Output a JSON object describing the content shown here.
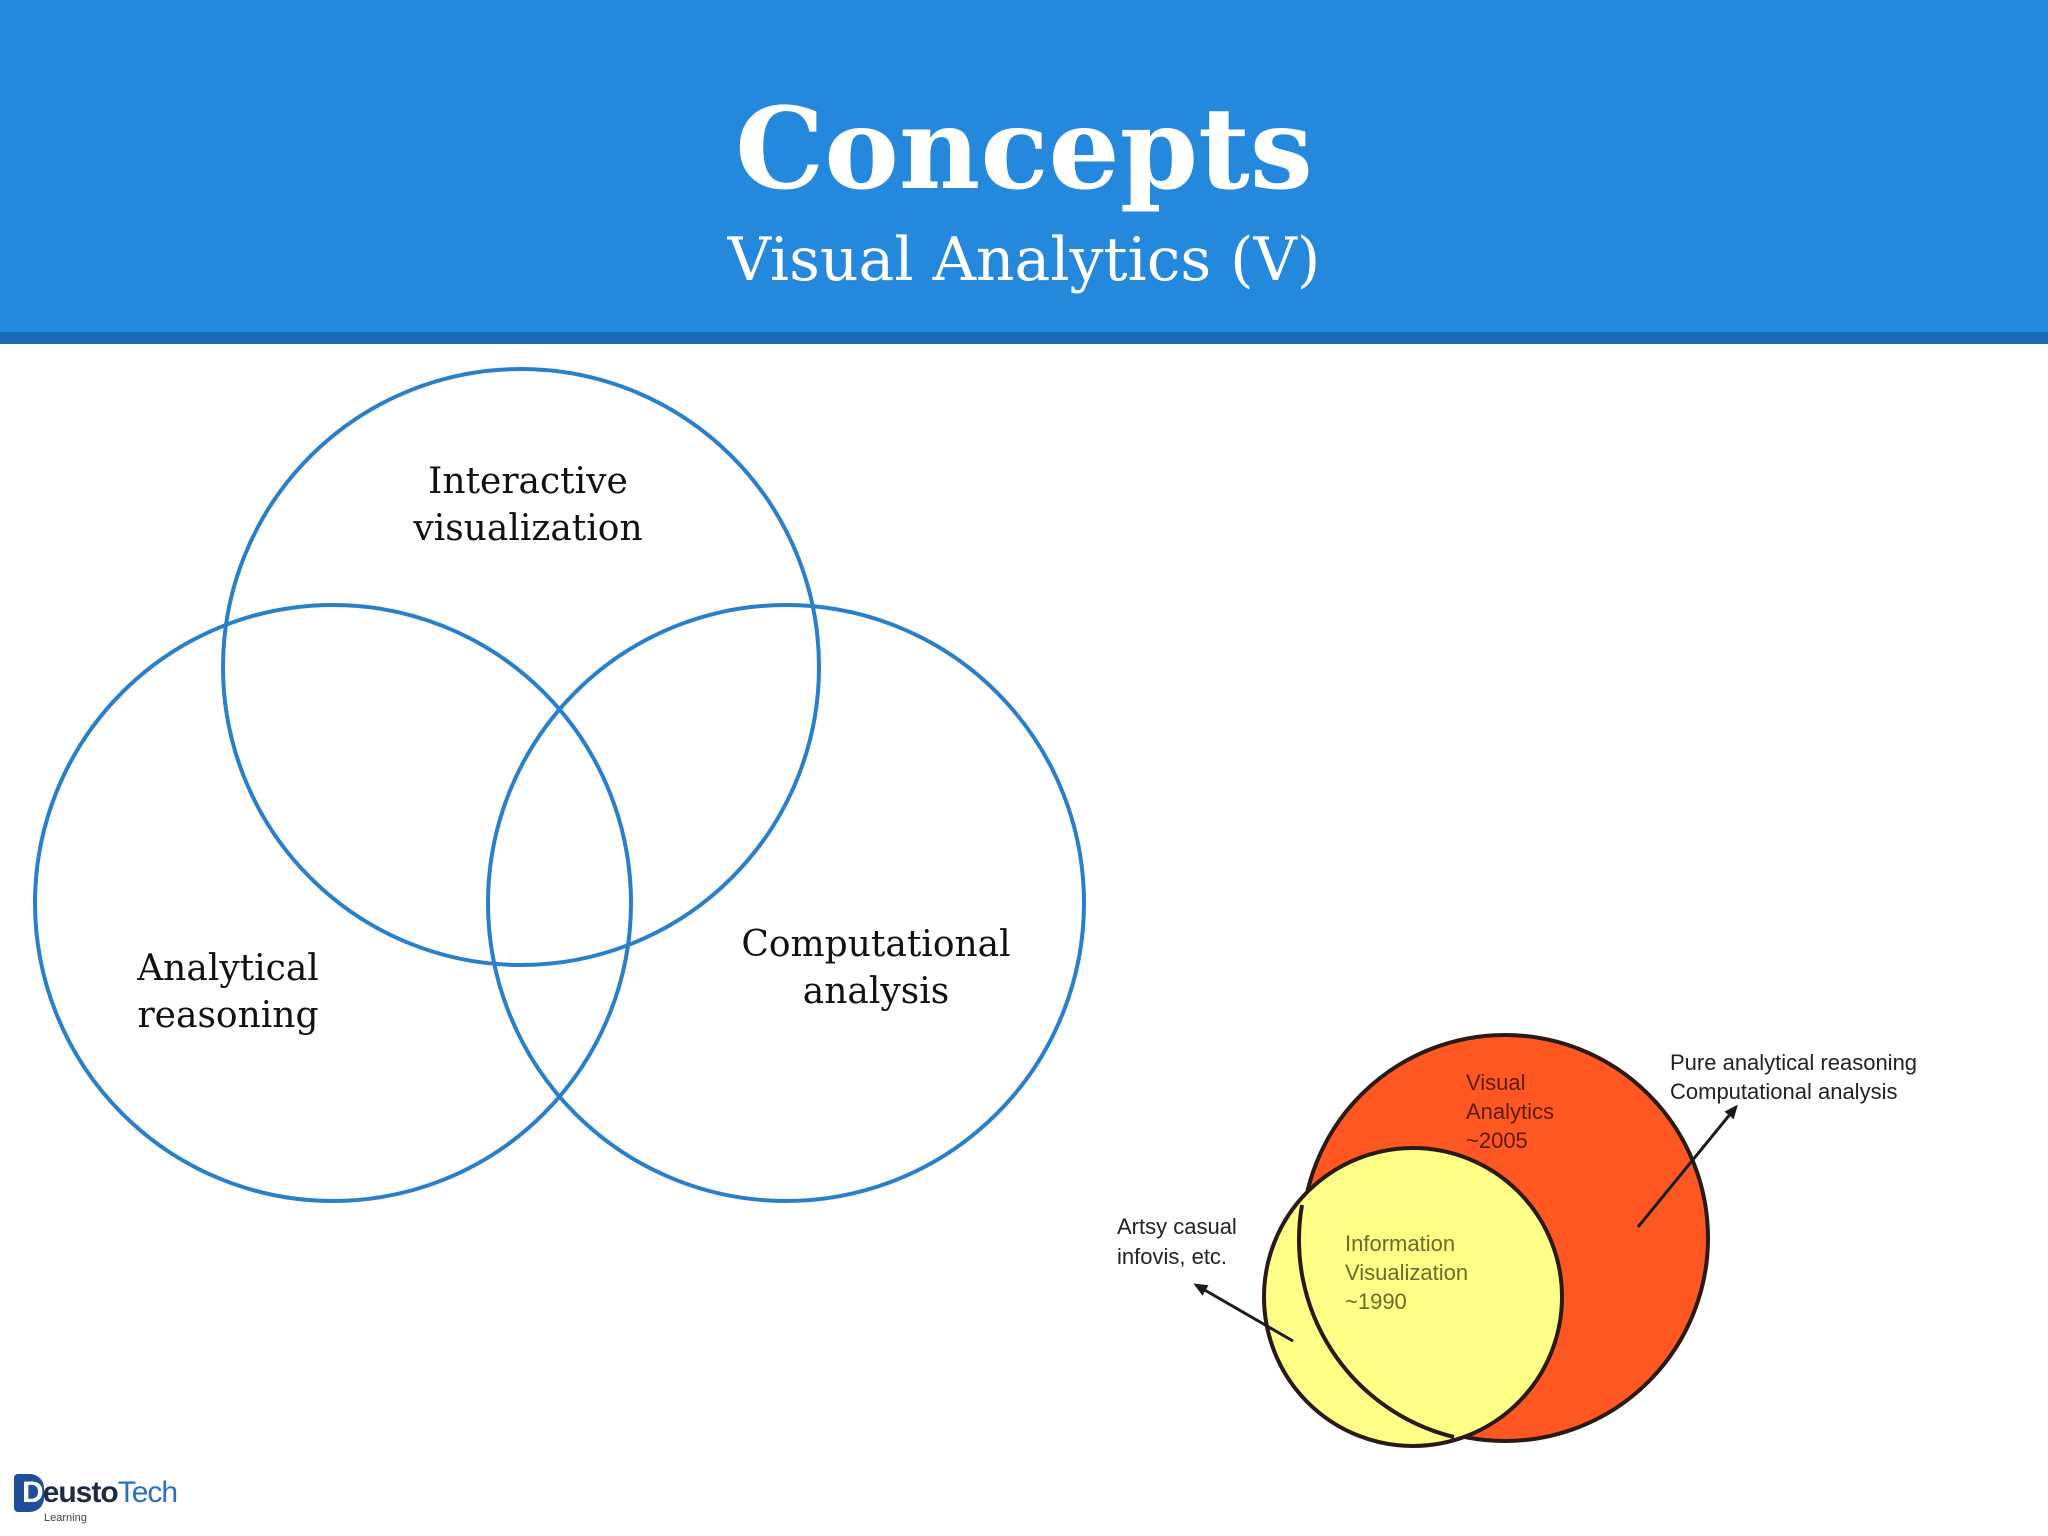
{
  "header": {
    "title": "Concepts",
    "subtitle": "Visual Analytics (V)"
  },
  "venn": {
    "circle_color": "#2a7fcb",
    "labels": {
      "interactive_line1": "Interactive",
      "interactive_line2": "visualization",
      "analytical_line1": "Analytical",
      "analytical_line2": "reasoning",
      "computational_line1": "Computational",
      "computational_line2": "analysis"
    }
  },
  "figure": {
    "colors": {
      "outer_circle": "#ff5722",
      "inner_circle": "#ffff88"
    },
    "outer_label": [
      "Visual",
      "Analytics",
      "~2005"
    ],
    "inner_label": [
      "Information",
      "Visualization",
      "~1990"
    ],
    "left_annotation": [
      "Artsy casual",
      "infovis, etc."
    ],
    "right_annotation": [
      "Pure analytical reasoning",
      "Computational analysis"
    ]
  },
  "logo": {
    "brand_d": "D",
    "brand_rest": "eusto",
    "brand_tech": "Tech",
    "sub": "Learning"
  }
}
